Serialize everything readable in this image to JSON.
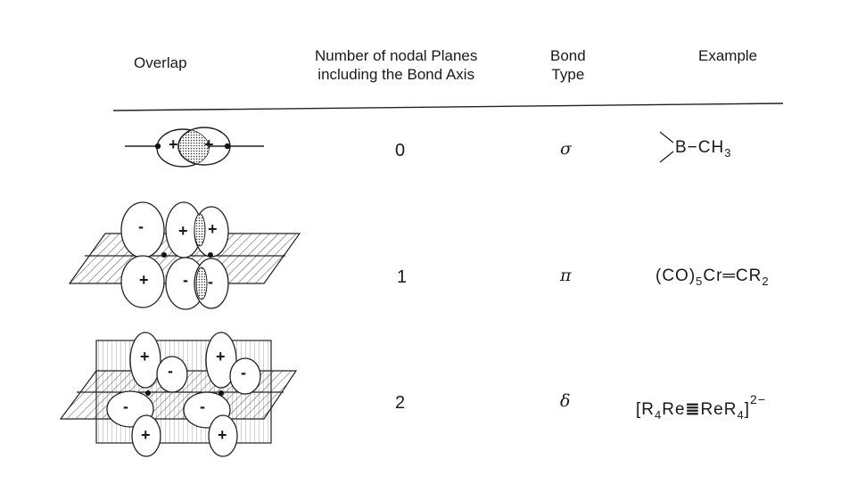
{
  "headers": {
    "overlap": "Overlap",
    "nodal_line1": "Number of nodal Planes",
    "nodal_line2": "including the Bond Axis",
    "bond_line1": "Bond",
    "bond_line2": "Type",
    "example": "Example"
  },
  "rows": [
    {
      "nodal": "0",
      "bond": "σ",
      "example": {
        "main": "B−CH",
        "sub": "3"
      }
    },
    {
      "nodal": "1",
      "bond": "π",
      "example": {
        "pre": "(CO)",
        "sub1": "5",
        "mid": "Cr",
        "bond": "═",
        "post": "CR",
        "sub2": "2"
      }
    },
    {
      "nodal": "2",
      "bond": "δ",
      "example": {
        "pre": "[R",
        "sub1": "4",
        "mid": "Re",
        "bond": "≣",
        "mid2": "ReR",
        "sub2": "4",
        "close": "]",
        "sup": "2−"
      }
    }
  ],
  "signs": {
    "plus": "+",
    "minus": "-"
  }
}
